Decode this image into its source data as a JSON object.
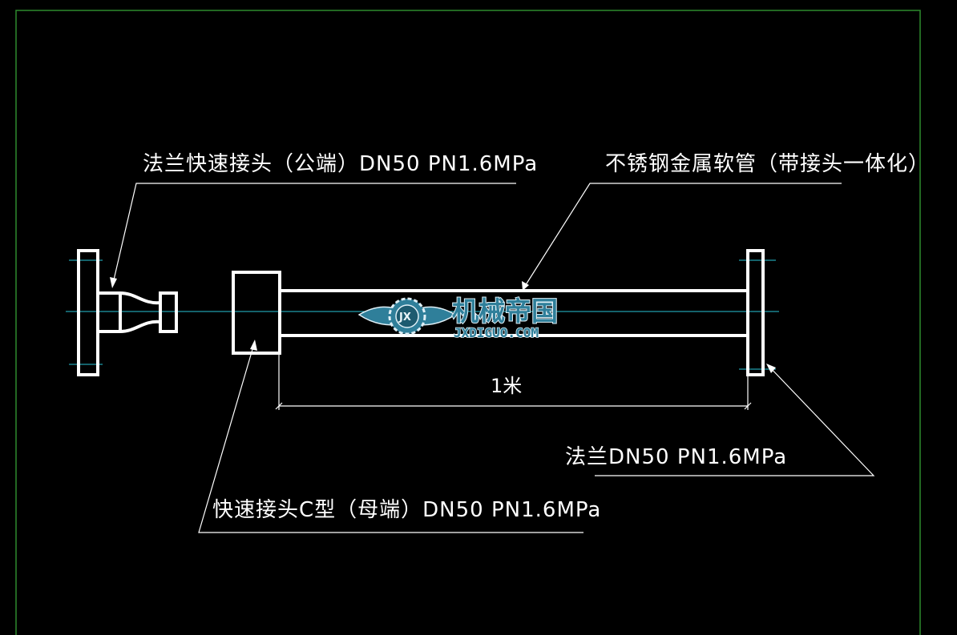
{
  "colors": {
    "background": "#000000",
    "frame": "#2e8b2e",
    "outline": "#ffffff",
    "centerline": "#27c3d6",
    "watermark": "#2f7f9a"
  },
  "labels": {
    "flange_quick_male": "法兰快速接头（公端）DN50  PN1.6MPa",
    "hose": "不锈钢金属软管（带接头一体化）",
    "dimension": "1米",
    "flange": "法兰DN50  PN1.6MPa",
    "quick_female": "快速接头C型（母端）DN50  PN1.6MPa"
  },
  "watermark": {
    "logo_text": "JX",
    "title": "机械帝国",
    "url": "JXDIGUO.COM"
  }
}
